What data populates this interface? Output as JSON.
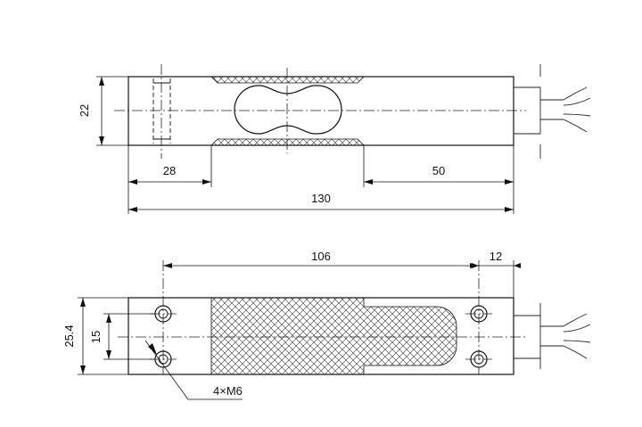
{
  "top_view": {
    "height_dim": "22",
    "left_offset_dim": "28",
    "right_offset_dim": "50",
    "length_dim": "130"
  },
  "bottom_view": {
    "hole_span_dim": "106",
    "end_offset_dim": "12",
    "width_dim": "25.4",
    "hole_pitch_dim": "15",
    "hole_callout": "4×M6"
  }
}
